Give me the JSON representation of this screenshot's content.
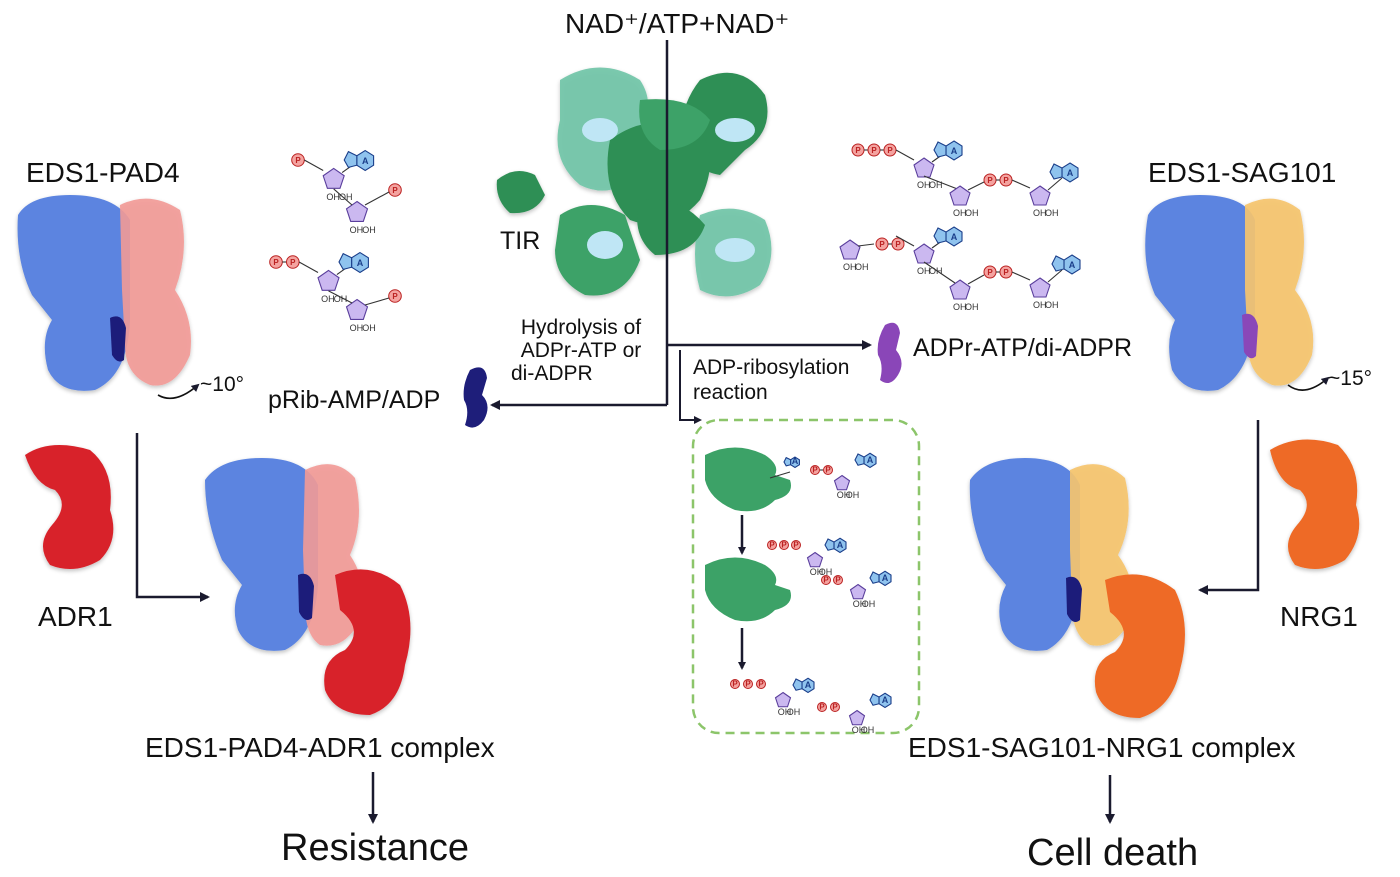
{
  "labels": {
    "top_substrate": "NAD⁺/ATP+NAD⁺",
    "tir": "TIR",
    "eds1_pad4": "EDS1-PAD4",
    "eds1_sag101": "EDS1-SAG101",
    "rot_left": "~10°",
    "rot_right": "~15°",
    "hydrolysis_line1": "Hydrolysis of",
    "hydrolysis_line2": "ADPr-ATP or",
    "hydrolysis_line3": "di-ADPR",
    "prib": "pRib-AMP/ADP",
    "adpr_atp": "ADPr-ATP/di-ADPR",
    "ribosylation_line1": "ADP-ribosylation",
    "ribosylation_line2": "reaction",
    "adr1": "ADR1",
    "nrg1": "NRG1",
    "complex_left": "EDS1-PAD4-ADR1 complex",
    "complex_right": "EDS1-SAG101-NRG1 complex",
    "outcome_left": "Resistance",
    "outcome_right": "Cell death"
  },
  "chem": {
    "phosphate": "P",
    "adenine": "A",
    "hydroxyl": "OH"
  },
  "colors": {
    "eds1_blue": "#5b84e0",
    "pad4_pink": "#f29a96",
    "sag101_yellow": "#f5c46e",
    "adr1_red": "#d8232a",
    "nrg1_orange": "#ee6a25",
    "tir_green": "#2f8f55",
    "tir_teal": "#6fc4a6",
    "ligand_navy": "#1e1e7a",
    "ligand_purple": "#8a46b8",
    "box_green": "#8cc56a"
  }
}
